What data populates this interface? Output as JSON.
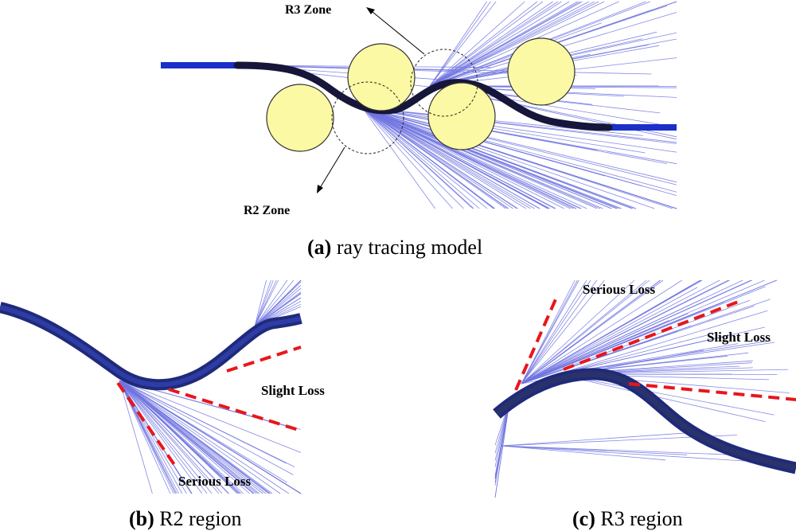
{
  "panel_a": {
    "zone_r3": "R3 Zone",
    "zone_r2": "R2 Zone",
    "caption_letter": "(a)",
    "caption_text": " ray tracing model"
  },
  "panel_b": {
    "slight_loss": "Slight Loss",
    "serious_loss": "Serious Loss",
    "caption_letter": "(b)",
    "caption_text": " R2 region"
  },
  "panel_c": {
    "serious_loss": "Serious Loss",
    "slight_loss": "Slight Loss",
    "caption_letter": "(c)",
    "caption_text": " R3 region"
  },
  "colors": {
    "ray": "#6f74e0",
    "fiber_blue": "#1b2fc9",
    "fiber_core": "#16163a",
    "roller_fill": "#fbf9a4",
    "roller_stroke": "#333333",
    "boundary": "#e8161b"
  }
}
